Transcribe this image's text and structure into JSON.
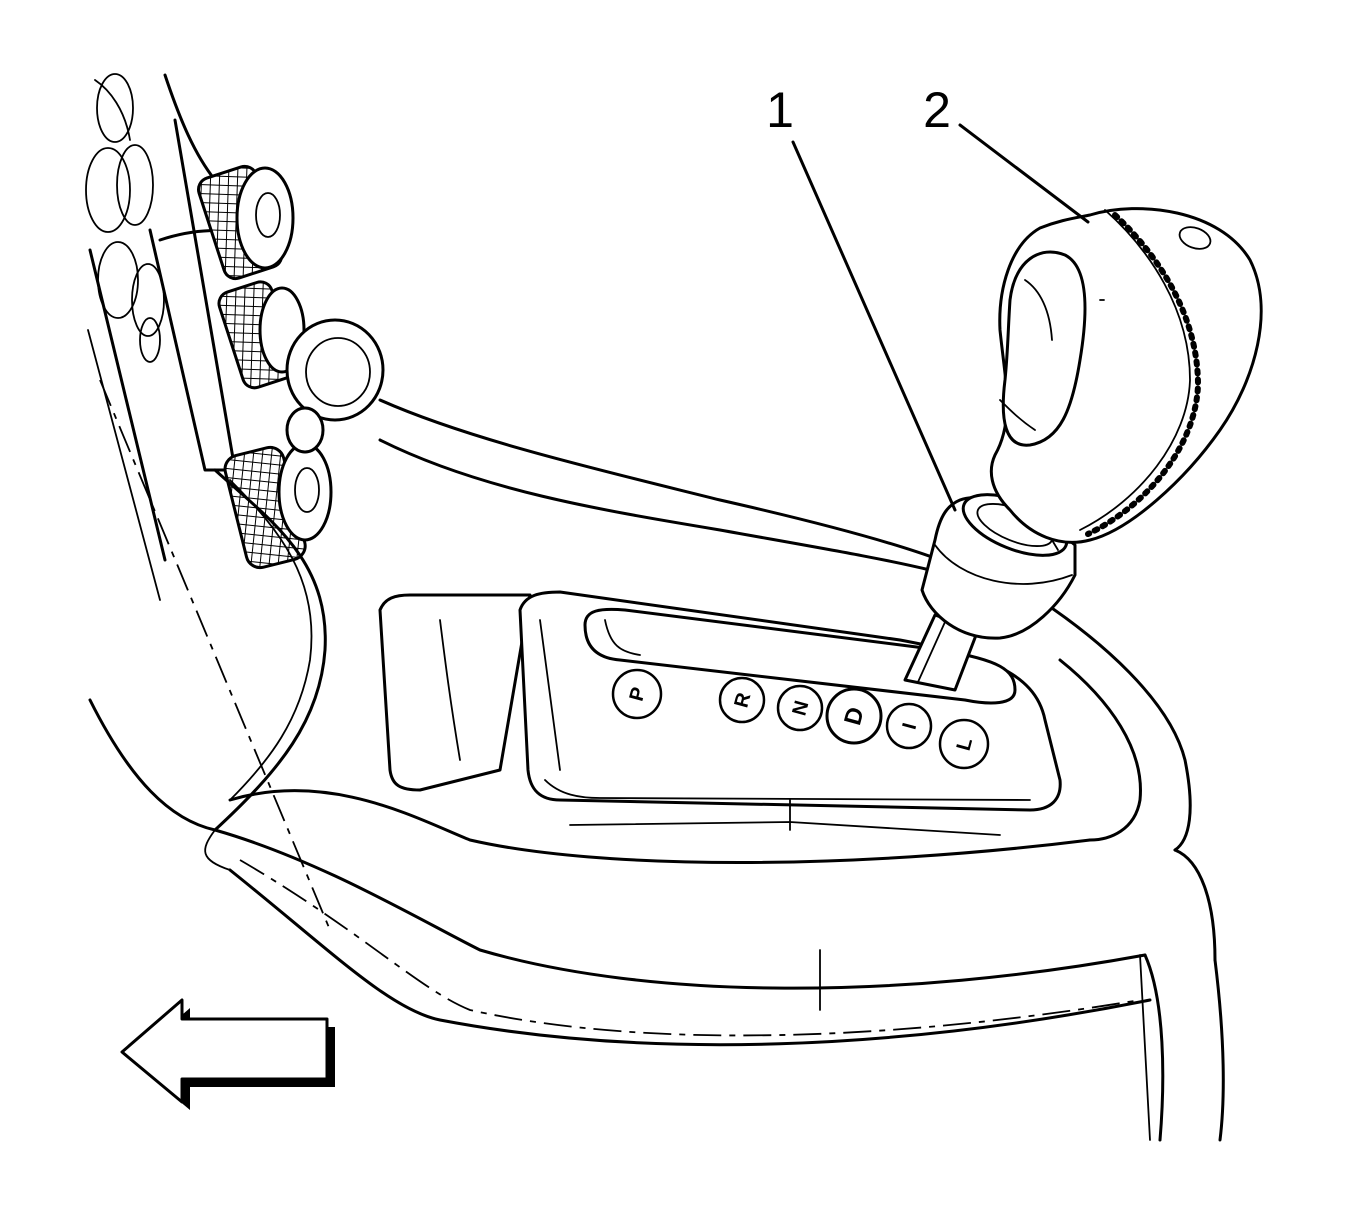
{
  "callouts": [
    {
      "id": "1",
      "label": "1"
    },
    {
      "id": "2",
      "label": "2"
    }
  ],
  "shift_pattern": {
    "positions": [
      "P",
      "R",
      "N",
      "D",
      "I",
      "L"
    ]
  },
  "icons": {
    "direction_arrow": "left-arrow-icon"
  },
  "colors": {
    "line": "#000000",
    "background": "#ffffff"
  }
}
